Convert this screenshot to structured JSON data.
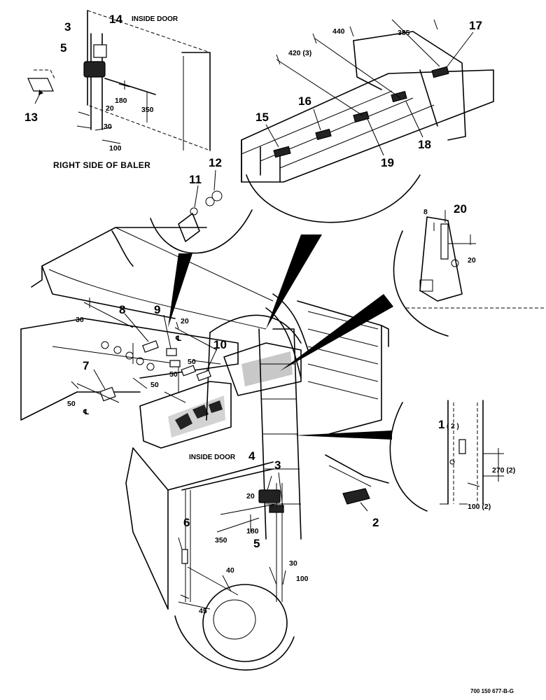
{
  "labels": {
    "inside_door_top": "INSIDE DOOR",
    "inside_door_bottom": "INSIDE DOOR",
    "right_side": "RIGHT SIDE OF BALER",
    "drawing_number": "700 150 677-B-G"
  },
  "callouts": {
    "c1": "1",
    "c1_qty": "( 2 )",
    "c2": "2",
    "c3a": "3",
    "c3b": "3",
    "c4": "4",
    "c5a": "5",
    "c5b": "5",
    "c6": "6",
    "c7": "7",
    "c8": "8",
    "c9": "9",
    "c10": "10",
    "c11": "11",
    "c12": "12",
    "c13": "13",
    "c14": "14",
    "c15": "15",
    "c16": "16",
    "c17": "17",
    "c18": "18",
    "c19": "19",
    "c20": "20"
  },
  "dimensions": {
    "d20_top": "20",
    "d180_top": "180",
    "d350_top": "350",
    "d30_top": "30",
    "d100_top": "100",
    "d440": "440",
    "d385": "385",
    "d420": "420 (3)",
    "d8": "8",
    "d20_bracket": "20",
    "d30_left": "30",
    "d20_mid": "20",
    "d50_a": "50",
    "d50_b": "50",
    "d50_c": "50",
    "d50_d": "50",
    "d270": "270 (2)",
    "d100_right": "100 (2)",
    "d20_door": "20",
    "d180_door": "180",
    "d350_door": "350",
    "d40": "40",
    "d45": "45",
    "d30_door": "30",
    "d100_door": "100"
  },
  "symbols": {
    "centerline_a": "℄",
    "centerline_b": "℄"
  }
}
